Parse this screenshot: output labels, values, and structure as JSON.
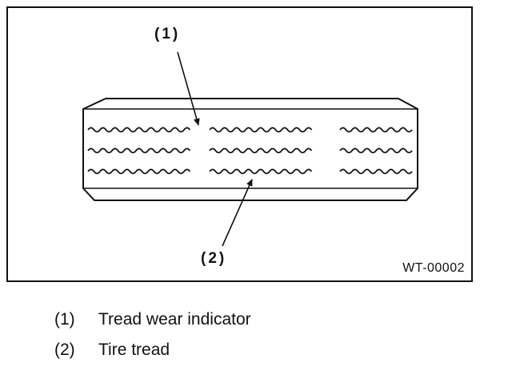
{
  "figure": {
    "code": "WT-00002",
    "callouts": [
      {
        "id": "1",
        "text": "(1)"
      },
      {
        "id": "2",
        "text": "(2)"
      }
    ]
  },
  "legend": [
    {
      "num": "(1)",
      "label": "Tread wear indicator"
    },
    {
      "num": "(2)",
      "label": "Tire tread"
    }
  ]
}
